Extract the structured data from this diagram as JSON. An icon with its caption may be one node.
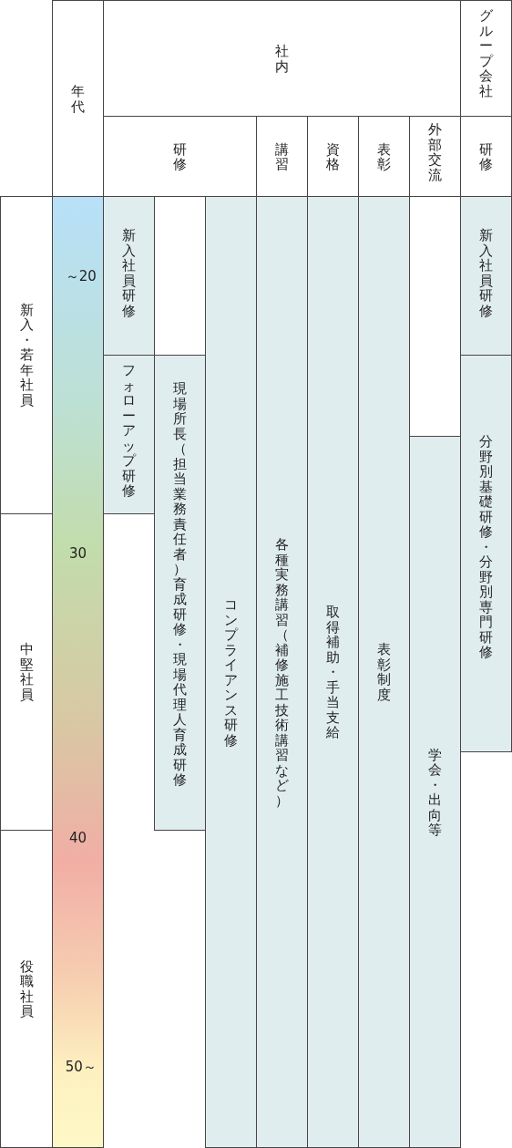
{
  "diagram": {
    "nodes": [
      {
        "text": [
          "年代"
        ]
      },
      {
        "text": [
          "社内"
        ]
      },
      {
        "text": [
          "グループ会社"
        ]
      },
      {
        "text": [
          "研修"
        ]
      },
      {
        "text": [
          "講習"
        ]
      },
      {
        "text": [
          "資格"
        ]
      },
      {
        "text": [
          "表彰"
        ]
      },
      {
        "text": [
          "外部交流"
        ]
      },
      {
        "text": [
          "研修"
        ]
      },
      {
        "text": [
          "新入・若年社員"
        ]
      },
      {
        "text": [
          "～20",
          "30",
          "40",
          "50～"
        ]
      },
      {
        "text": [
          "新入社員研修"
        ]
      },
      {
        "text": [
          "コンプライアンス研修"
        ]
      },
      {
        "text": [
          "各種実務講習（補修施工技術講習など）"
        ]
      },
      {
        "text": [
          "取得補助・手当支給"
        ]
      },
      {
        "text": [
          "表彰制度"
        ]
      },
      {
        "text": [
          "新入社員研修"
        ]
      },
      {
        "text": [
          "フォローアップ研修"
        ]
      },
      {
        "text": [
          "現場所長（担当業務責任者）育成研修・現場代理人育成研修"
        ]
      },
      {
        "text": [
          "分野別基礎研修・分野別専門研修"
        ]
      },
      {
        "text": [
          "学会・出向等"
        ]
      },
      {
        "text": [
          "中堅社員"
        ]
      },
      {
        "text": [
          "役職社員"
        ]
      }
    ]
  }
}
